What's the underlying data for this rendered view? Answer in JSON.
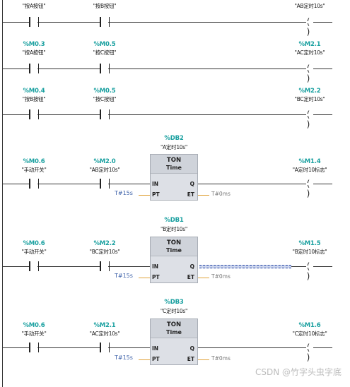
{
  "network1": {
    "c1_sym": "\"按A按钮\"",
    "c2_sym": "\"按B按钮\"",
    "coil_sym": "\"AB定时10s\""
  },
  "network2": {
    "c1_addr": "%M0.3",
    "c1_sym": "\"按A按钮\"",
    "c2_addr": "%M0.5",
    "c2_sym": "\"按C按钮\"",
    "coil_addr": "%M2.1",
    "coil_sym": "\"AC定时10s\""
  },
  "network3": {
    "c1_addr": "%M0.4",
    "c1_sym": "\"按B按钮\"",
    "c2_addr": "%M0.5",
    "c2_sym": "\"按C按钮\"",
    "coil_addr": "%M2.2",
    "coil_sym": "\"BC定时10s\""
  },
  "network4": {
    "db_addr": "%DB2",
    "db_sym": "\"A定时10s\"",
    "c1_addr": "%M0.6",
    "c1_sym": "\"手动开关\"",
    "c2_addr": "%M2.0",
    "c2_sym": "\"AB定时10s\"",
    "coil_addr": "%M1.4",
    "coil_sym": "\"A定时10标志\"",
    "pt_value": "T#15s",
    "et_value": "T#0ms"
  },
  "network5": {
    "db_addr": "%DB1",
    "db_sym": "\"B定时10s\"",
    "c1_addr": "%M0.6",
    "c1_sym": "\"手动开关\"",
    "c2_addr": "%M2.2",
    "c2_sym": "\"BC定时10s\"",
    "coil_addr": "%M1.5",
    "coil_sym": "\"B定时10标志\"",
    "pt_value": "T#15s",
    "et_value": "T#0ms"
  },
  "network6": {
    "db_addr": "%DB3",
    "db_sym": "\"C定时10s\"",
    "c1_addr": "%M0.6",
    "c1_sym": "\"手动开关\"",
    "c2_addr": "%M2.1",
    "c2_sym": "\"AC定时10s\"",
    "coil_addr": "%M1.6",
    "coil_sym": "\"C定时10标志\"",
    "pt_value": "T#15s",
    "et_value": "T#0ms"
  },
  "timer_block": {
    "type": "TON",
    "subtype": "Time",
    "pin_in": "IN",
    "pin_pt": "PT",
    "pin_q": "Q",
    "pin_et": "ET"
  },
  "watermark": "CSDN @竹字头虫字底"
}
